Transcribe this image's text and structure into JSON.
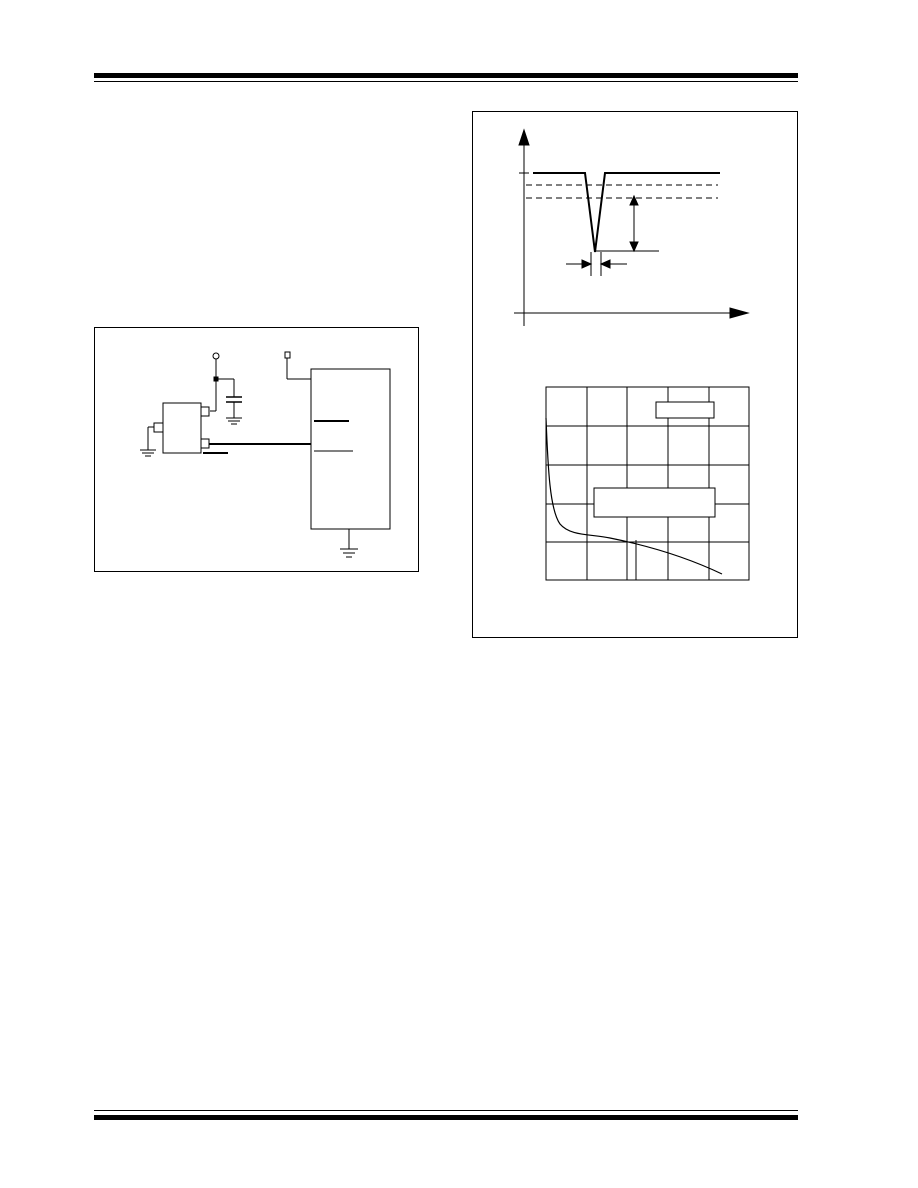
{
  "page": {
    "background": "#ffffff",
    "ink": "#000000"
  },
  "figures": {
    "circuit": {
      "description_visible": false
    },
    "transient_waveform": {
      "description_visible": false
    },
    "characteristic_plot": {
      "grid_columns": 5,
      "grid_rows": 5,
      "label_boxes": 2
    }
  }
}
